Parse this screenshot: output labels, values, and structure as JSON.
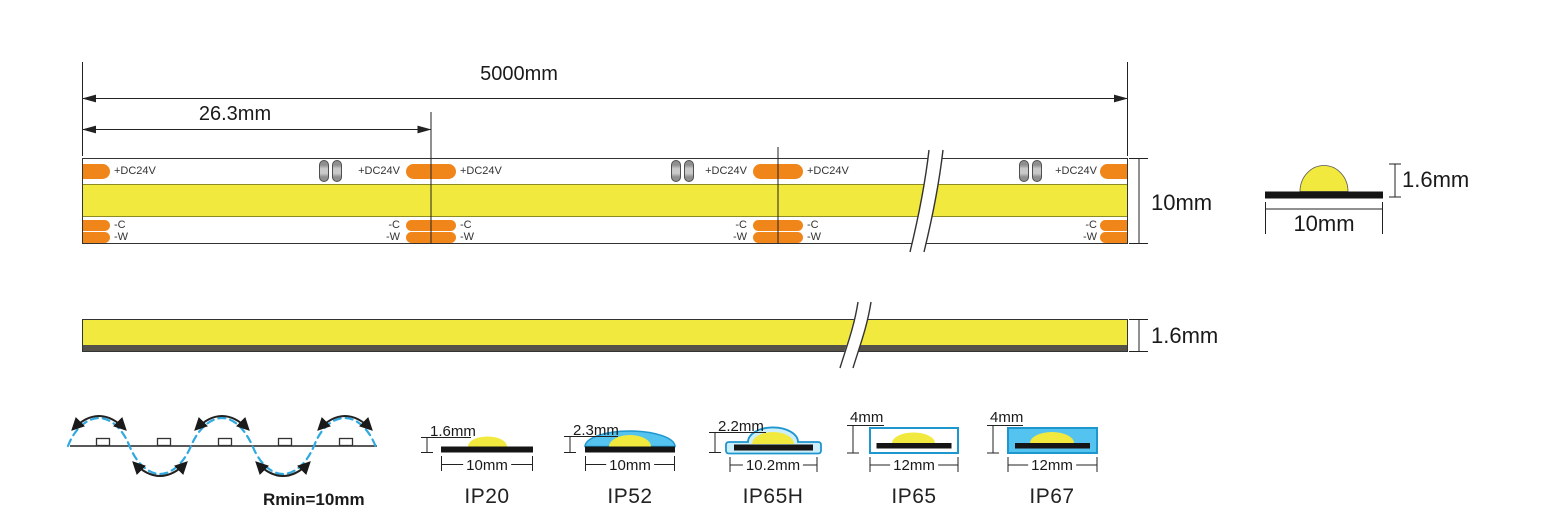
{
  "colors": {
    "strip_yellow": "#F1E93E",
    "pad_orange": "#F08519",
    "bar_black": "#151515",
    "pcb_gray": "#55524A",
    "coating_blue": "#55C3EF",
    "coating_light": "#CDEFFB",
    "coating_border": "#1E96CE",
    "bend_wave": "#2FA9E0",
    "component_gray": "#C9C9C9",
    "line": "#222222"
  },
  "top_view": {
    "dim_total": "5000mm",
    "dim_segment": "26.3mm",
    "dim_width": "10mm",
    "pad_positive": "+DC24V",
    "pad_negative_cool": "-C",
    "pad_negative_warm": "-W"
  },
  "cross_section": {
    "height": "1.6mm",
    "width": "10mm"
  },
  "side_view": {
    "thickness": "1.6mm"
  },
  "bend": {
    "min_radius": "Rmin=10mm"
  },
  "ip_ratings": [
    {
      "name": "IP20",
      "height": "1.6mm",
      "width": "10mm"
    },
    {
      "name": "IP52",
      "height": "2.3mm",
      "width": "10mm"
    },
    {
      "name": "IP65H",
      "height": "2.2mm",
      "width": "10.2mm"
    },
    {
      "name": "IP65",
      "height": "4mm",
      "width": "12mm"
    },
    {
      "name": "IP67",
      "height": "4mm",
      "width": "12mm"
    }
  ]
}
